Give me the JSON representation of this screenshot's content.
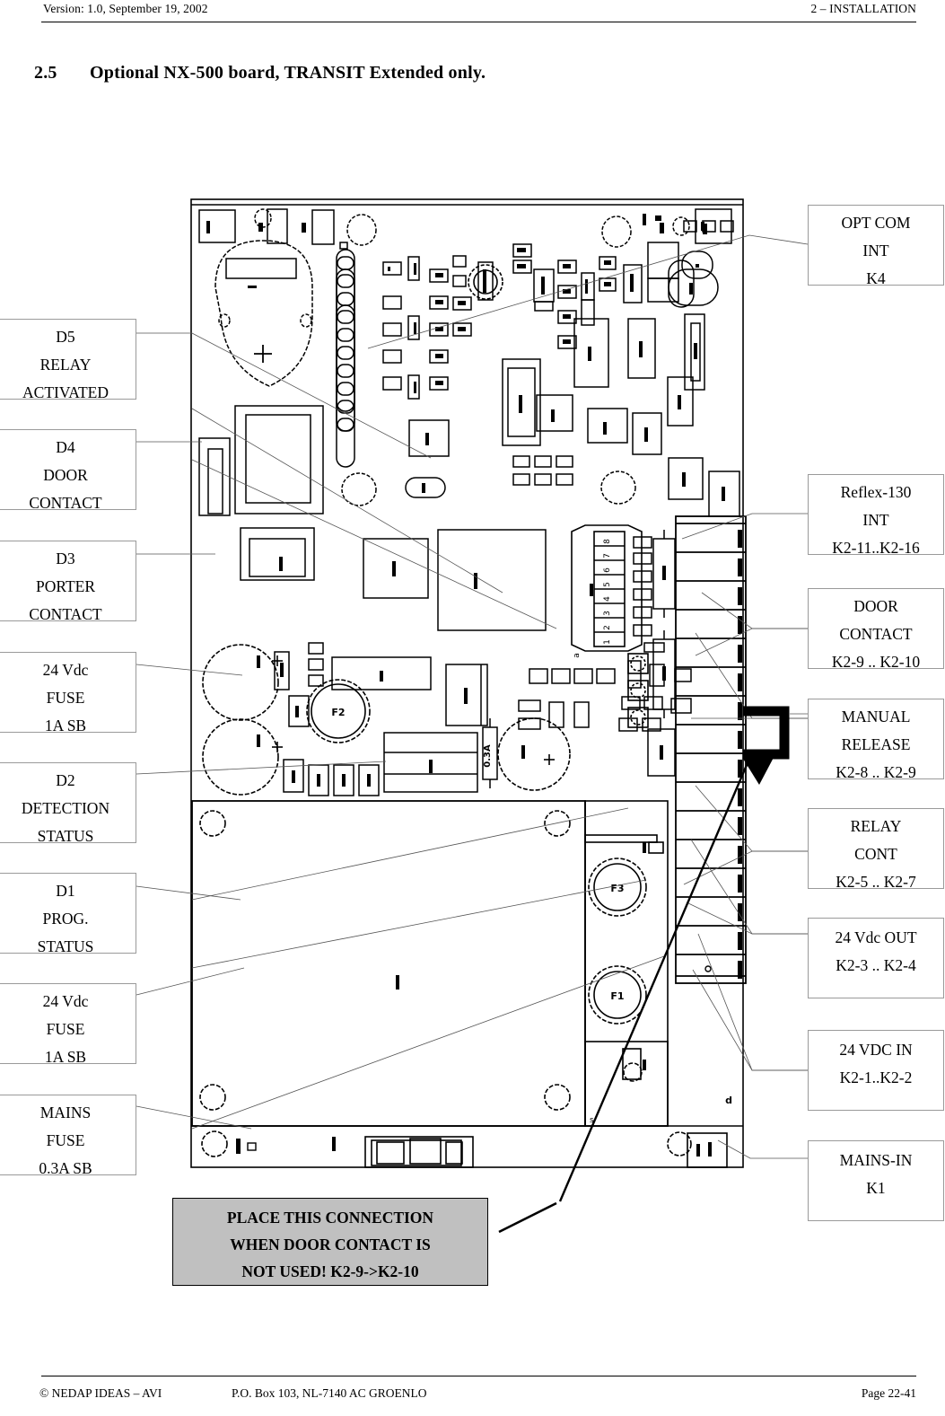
{
  "header": {
    "version": "Version: 1.0, September 19, 2002",
    "chapter": "2 – INSTALLATION"
  },
  "section": {
    "number": "2.5",
    "title": "Optional NX-500  board, TRANSIT Extended only."
  },
  "footer": {
    "copyright": "©   NEDAP IDEAS – AVI",
    "address": "P.O. Box 103, NL-7140 AC GROENLO",
    "page": "Page 22-41"
  },
  "left_callouts": [
    {
      "name": "d5-relay-activated",
      "lines": [
        "D5",
        "RELAY",
        "ACTIVATED"
      ]
    },
    {
      "name": "d4-door-contact",
      "lines": [
        "D4",
        "DOOR",
        "CONTACT"
      ]
    },
    {
      "name": "d3-porter-contact",
      "lines": [
        "D3",
        "PORTER",
        "CONTACT"
      ]
    },
    {
      "name": "24vdc-fuse-1a-sb-upper",
      "lines": [
        "24 Vdc",
        "FUSE",
        "1A SB"
      ]
    },
    {
      "name": "d2-detection-status",
      "lines": [
        "D2",
        "DETECTION",
        "STATUS"
      ]
    },
    {
      "name": "d1-prog-status",
      "lines": [
        "D1",
        "PROG.",
        "STATUS"
      ]
    },
    {
      "name": "24vdc-fuse-1a-sb-lower",
      "lines": [
        "24 Vdc",
        "FUSE",
        "1A SB"
      ]
    },
    {
      "name": "mains-fuse-03a-sb",
      "lines": [
        "MAINS",
        "FUSE",
        "0.3A SB"
      ]
    }
  ],
  "right_callouts": [
    {
      "name": "opt-com-int-k4",
      "lines": [
        "OPT COM",
        "INT",
        "K4"
      ]
    },
    {
      "name": "reflex-130-int",
      "lines": [
        "Reflex-130",
        "INT",
        "K2-11..K2-16"
      ]
    },
    {
      "name": "door-contact-k2",
      "lines": [
        "DOOR",
        "CONTACT",
        "K2-9 .. K2-10"
      ]
    },
    {
      "name": "manual-release-k2",
      "lines": [
        "MANUAL",
        "RELEASE",
        "K2-8 .. K2-9"
      ]
    },
    {
      "name": "relay-cont-k2",
      "lines": [
        "RELAY",
        "CONT",
        "K2-5 .. K2-7"
      ]
    },
    {
      "name": "24vdc-out-k2",
      "lines": [
        "24 Vdc OUT",
        "K2-3 .. K2-4"
      ]
    },
    {
      "name": "24vdc-in-k2",
      "lines": [
        "24 VDC IN",
        "K2-1..K2-2"
      ]
    },
    {
      "name": "mains-in-k1",
      "lines": [
        "MAINS-IN",
        "K1"
      ]
    }
  ],
  "warning": {
    "lines": [
      "PLACE THIS CONNECTION",
      "WHEN DOOR CONTACT IS",
      "NOT USED! K2-9->K2-10"
    ]
  },
  "board_labels": {
    "fuse_f1": "F1",
    "fuse_f2": "F2",
    "fuse_f3": "F3",
    "fuse_rating": "0.3A",
    "dip_digits": [
      "1",
      "2",
      "3",
      "4",
      "5",
      "6",
      "7",
      "8"
    ]
  }
}
